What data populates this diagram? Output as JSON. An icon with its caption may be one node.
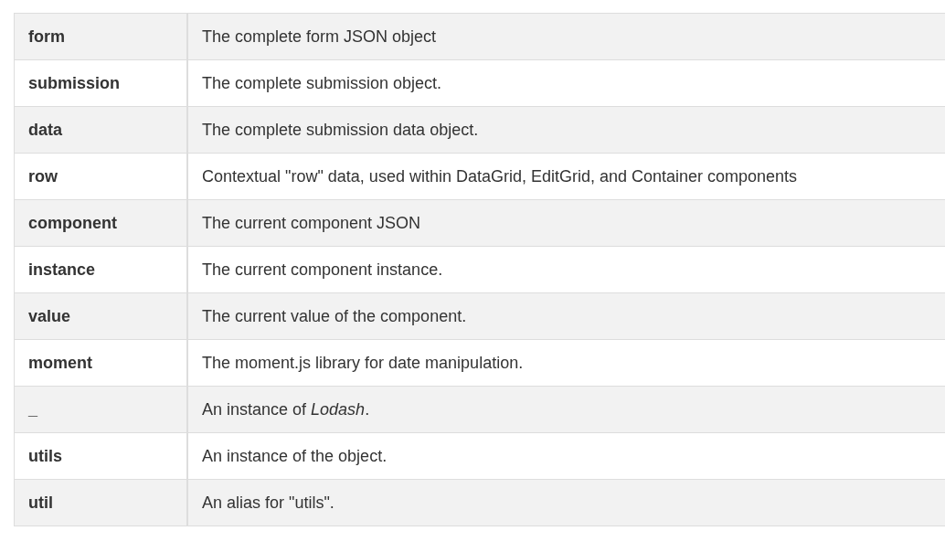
{
  "diagram": {
    "labels": [
      "form",
      "The complete form JSON object",
      "submission",
      "The complete submission object.",
      "data",
      "The complete submission data object.",
      "row",
      "Contextual \"row\" data, used within DataGrid, EditGrid, and Container components",
      "component",
      "The current component JSON",
      "instance",
      "The current component instance.",
      "value",
      "The current value of the component.",
      "moment",
      "The moment.js library for date manipulation.",
      "_",
      "An instance of *Lodash*.",
      "utils",
      "An instance of the object.",
      "util",
      "An alias for \"utils\"."
    ]
  }
}
